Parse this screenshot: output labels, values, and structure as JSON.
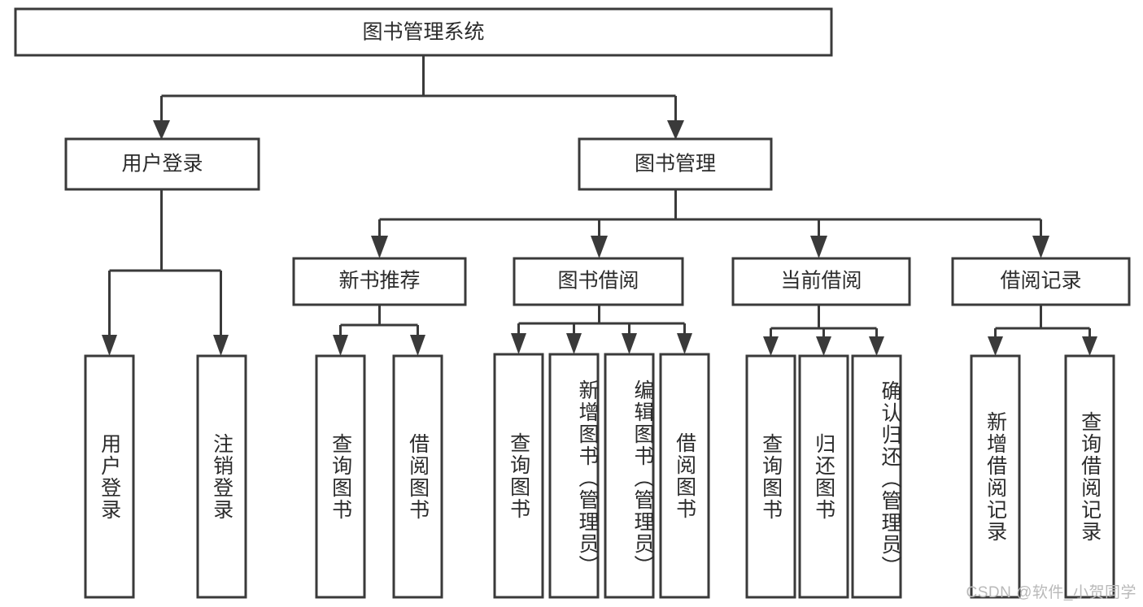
{
  "diagram": {
    "title": "图书管理系统",
    "type": "tree-hierarchy-chart",
    "root": {
      "label": "图书管理系统"
    },
    "level1": [
      {
        "label": "用户登录"
      },
      {
        "label": "图书管理"
      }
    ],
    "level2": [
      {
        "label": "新书推荐"
      },
      {
        "label": "图书借阅"
      },
      {
        "label": "当前借阅"
      },
      {
        "label": "借阅记录"
      }
    ],
    "leaves": {
      "user_login": [
        {
          "label": "用户登录"
        },
        {
          "label": "注销登录"
        }
      ],
      "new_book_recommend": [
        {
          "label": "查询图书"
        },
        {
          "label": "借阅图书"
        }
      ],
      "book_borrow": [
        {
          "label": "查询图书"
        },
        {
          "label": "新增图书（管理员）"
        },
        {
          "label": "编辑图书（管理员）"
        },
        {
          "label": "借阅图书"
        }
      ],
      "current_borrow": [
        {
          "label": "查询图书"
        },
        {
          "label": "归还图书"
        },
        {
          "label": "确认归还（管理员）"
        }
      ],
      "borrow_record": [
        {
          "label": "新增借阅记录"
        },
        {
          "label": "查询借阅记录"
        }
      ]
    }
  },
  "watermark": {
    "text": "CSDN @软件_小贺同学"
  },
  "colors": {
    "stroke": "#3a3a3a",
    "box_fill": "#ffffff",
    "text": "#2b2b2b",
    "background": "#ffffff",
    "watermark": "#b9b9b9"
  }
}
